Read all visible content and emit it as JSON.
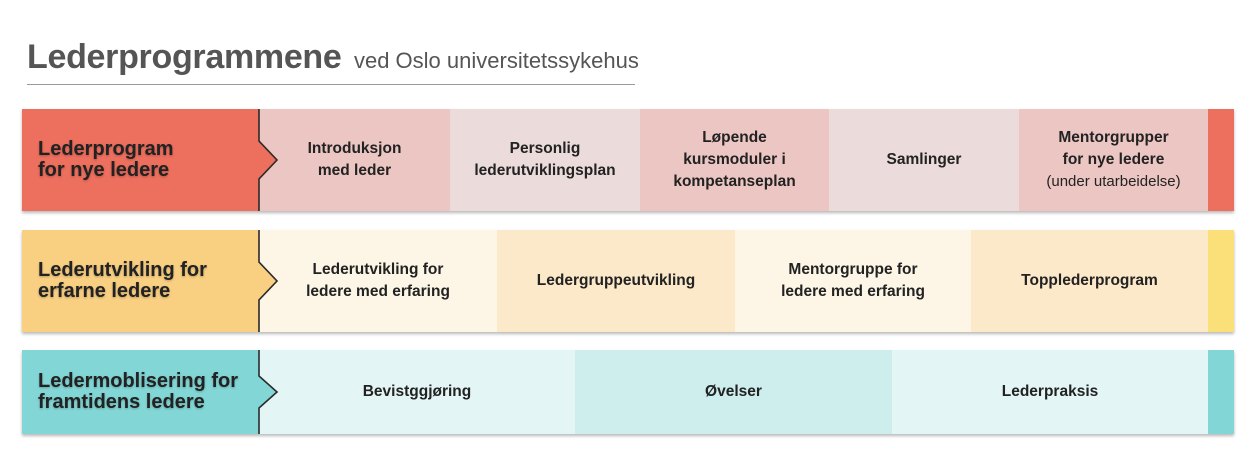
{
  "title": {
    "main": "Lederprogrammene",
    "sub": "ved Oslo universitetssykehus"
  },
  "rows": [
    {
      "label": "Lederprogram\nfor nye ledere",
      "color": "#ed6f5e",
      "cells": [
        {
          "text": "Introduksjon\nmed leder",
          "bg": "#ecc6c3"
        },
        {
          "text": "Personlig\nlederutviklingsplan",
          "bg": "#ebdbdb"
        },
        {
          "text": "Løpende\nkursmoduler i\nkompetanseplan",
          "bg": "#ecc6c3"
        },
        {
          "text": "Samlinger",
          "bg": "#ebdbdb"
        },
        {
          "text": "Mentorgrupper\nfor nye ledere",
          "note": "(under utarbeidelse)",
          "bg": "#ecc6c3"
        }
      ]
    },
    {
      "label": "Lederutvikling for\nerfarne ledere",
      "color": "#f9cf82",
      "cells": [
        {
          "text": "Lederutvikling for\nledere med erfaring",
          "bg": "#fdf5e6"
        },
        {
          "text": "Ledergruppeutvikling",
          "bg": "#fbe9c9"
        },
        {
          "text": "Mentorgruppe for\nledere med erfaring",
          "bg": "#fdf5e6"
        },
        {
          "text": "Topplederprogram",
          "bg": "#fbe9c9"
        }
      ],
      "cap": "#fbe07a"
    },
    {
      "label": "Ledermoblisering for\nframtidens ledere",
      "color": "#82d7d6",
      "cells": [
        {
          "text": "Bevistggjøring",
          "bg": "#e4f5f5"
        },
        {
          "text": "Øvelser",
          "bg": "#cdeeed"
        },
        {
          "text": "Lederpraksis",
          "bg": "#e4f5f5"
        }
      ]
    }
  ]
}
